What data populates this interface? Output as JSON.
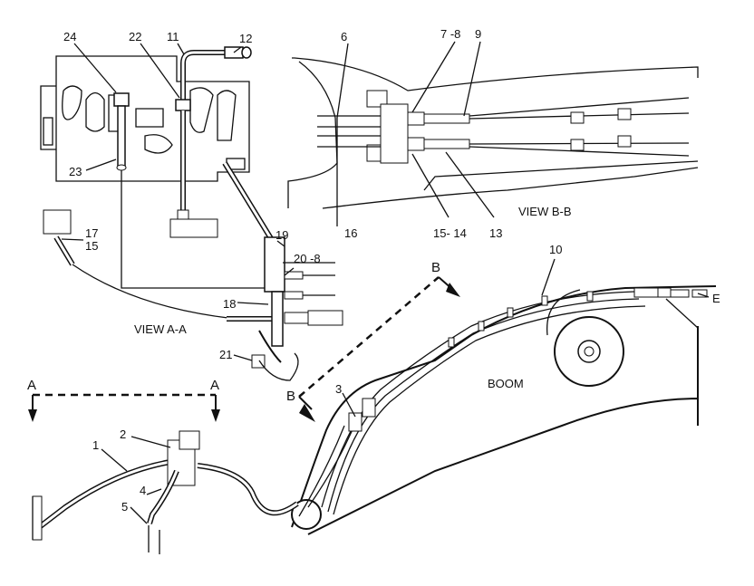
{
  "callouts": {
    "n1": "1",
    "n2": "2",
    "n3": "3",
    "n4": "4",
    "n5": "5",
    "n6": "6",
    "n7_8": "7 -8",
    "n9": "9",
    "n10": "10",
    "n11": "11",
    "n12": "12",
    "n13": "13",
    "n15_14": "15- 14",
    "n16": "16",
    "n17": "17",
    "n15": "15",
    "n18": "18",
    "n19": "19",
    "n20_8": "20 -8",
    "n21": "21",
    "n22": "22",
    "n23": "23",
    "n24": "24"
  },
  "views": {
    "view_aa": "VIEW  A-A",
    "view_bb": "VIEW  B-B"
  },
  "section_markers": {
    "a_left": "A",
    "a_right": "A",
    "b_top": "B",
    "b_bottom": "B"
  },
  "labels": {
    "boom": "BOOM",
    "e": "E"
  }
}
